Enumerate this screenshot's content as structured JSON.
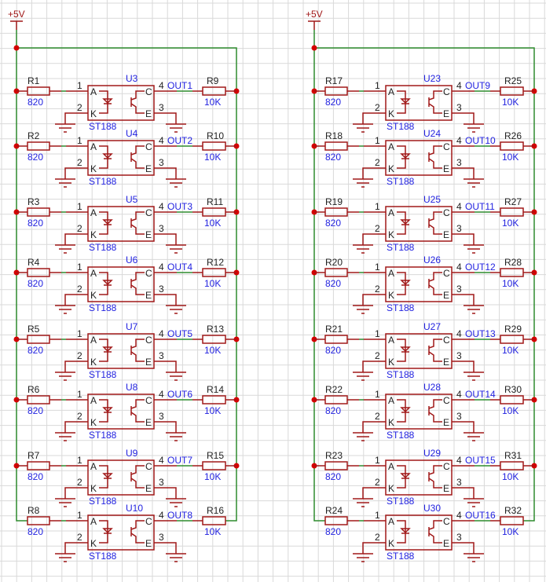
{
  "power_label": "+5V",
  "part": "ST188",
  "pins": {
    "p1": "1",
    "p2": "2",
    "p3": "3",
    "p4": "4",
    "a": "A",
    "k": "K",
    "c": "C",
    "e": "E"
  },
  "colors": {
    "wire": "#2e8b2e",
    "component": "#a01818",
    "label": "#2323e0",
    "junction": "#d40000",
    "grid": "#d9d9d9"
  },
  "blocks": [
    {
      "rows": [
        {
          "rin": "R1",
          "rin_val": "820",
          "u": "U3",
          "rout": "R9",
          "rout_val": "10K",
          "net": "OUT1"
        },
        {
          "rin": "R2",
          "rin_val": "820",
          "u": "U4",
          "rout": "R10",
          "rout_val": "10K",
          "net": "OUT2"
        },
        {
          "rin": "R3",
          "rin_val": "820",
          "u": "U5",
          "rout": "R11",
          "rout_val": "10K",
          "net": "OUT3"
        },
        {
          "rin": "R4",
          "rin_val": "820",
          "u": "U6",
          "rout": "R12",
          "rout_val": "10K",
          "net": "OUT4"
        },
        {
          "rin": "R5",
          "rin_val": "820",
          "u": "U7",
          "rout": "R13",
          "rout_val": "10K",
          "net": "OUT5"
        },
        {
          "rin": "R6",
          "rin_val": "820",
          "u": "U8",
          "rout": "R14",
          "rout_val": "10K",
          "net": "OUT6"
        },
        {
          "rin": "R7",
          "rin_val": "820",
          "u": "U9",
          "rout": "R15",
          "rout_val": "10K",
          "net": "OUT7"
        },
        {
          "rin": "R8",
          "rin_val": "820",
          "u": "U10",
          "rout": "R16",
          "rout_val": "10K",
          "net": "OUT8"
        }
      ]
    },
    {
      "rows": [
        {
          "rin": "R17",
          "rin_val": "820",
          "u": "U23",
          "rout": "R25",
          "rout_val": "10K",
          "net": "OUT9"
        },
        {
          "rin": "R18",
          "rin_val": "820",
          "u": "U24",
          "rout": "R26",
          "rout_val": "10K",
          "net": "OUT10"
        },
        {
          "rin": "R19",
          "rin_val": "820",
          "u": "U25",
          "rout": "R27",
          "rout_val": "10K",
          "net": "OUT11"
        },
        {
          "rin": "R20",
          "rin_val": "820",
          "u": "U26",
          "rout": "R28",
          "rout_val": "10K",
          "net": "OUT12"
        },
        {
          "rin": "R21",
          "rin_val": "820",
          "u": "U27",
          "rout": "R29",
          "rout_val": "10K",
          "net": "OUT13"
        },
        {
          "rin": "R22",
          "rin_val": "820",
          "u": "U28",
          "rout": "R30",
          "rout_val": "10K",
          "net": "OUT14"
        },
        {
          "rin": "R23",
          "rin_val": "820",
          "u": "U29",
          "rout": "R31",
          "rout_val": "10K",
          "net": "OUT15"
        },
        {
          "rin": "R24",
          "rin_val": "820",
          "u": "U30",
          "rout": "R32",
          "rout_val": "10K",
          "net": "OUT16"
        }
      ]
    }
  ]
}
